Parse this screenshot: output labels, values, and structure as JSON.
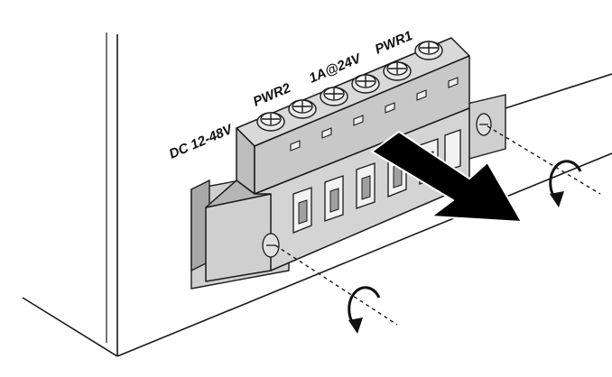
{
  "labels": {
    "voltage_range": "DC 12-48V",
    "pwr2": "PWR2",
    "relay_rating": "1A@24V",
    "pwr1": "PWR1"
  },
  "colors": {
    "outline": "#1a1a1a",
    "block_light": "#d9d9d9",
    "block_mid": "#bdbdbd",
    "block_dark": "#9a9a9a",
    "arrow": "#000000"
  },
  "icons": [
    "screw-icon",
    "rotate-counterclockwise-icon",
    "pull-out-arrow-icon"
  ]
}
